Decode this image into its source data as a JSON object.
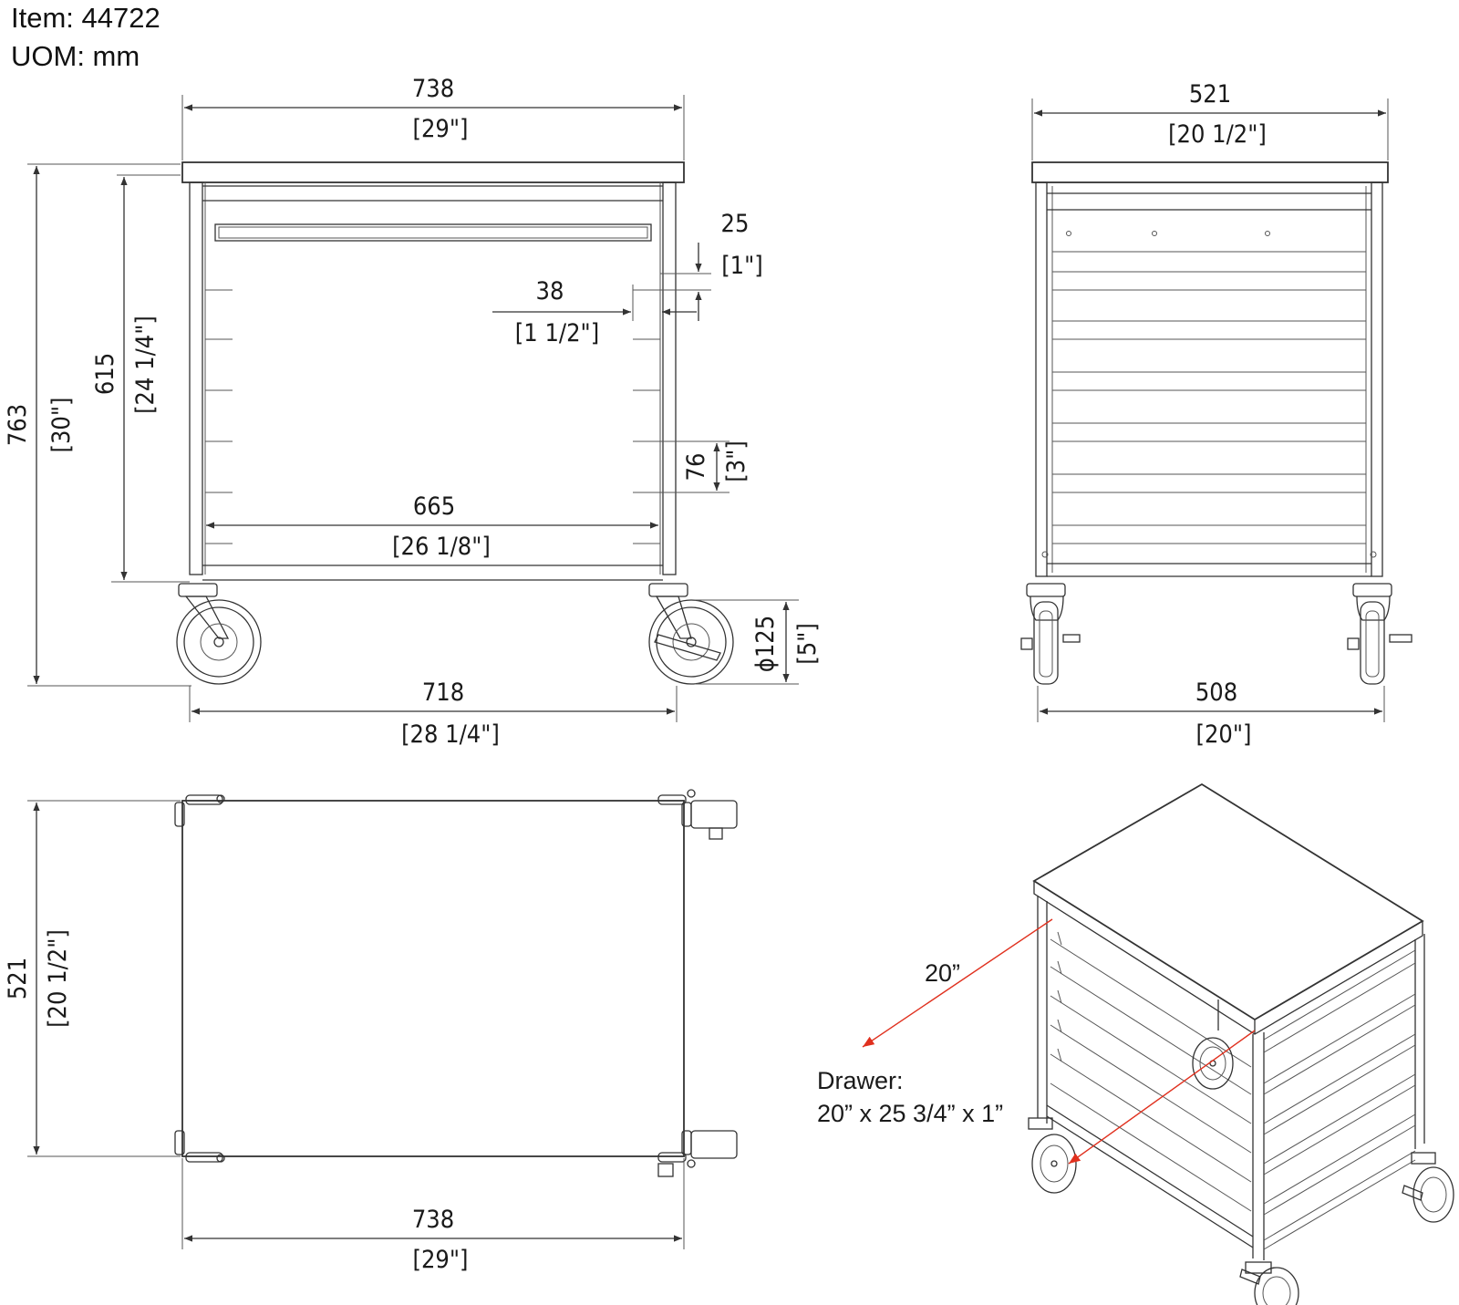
{
  "header": {
    "item": "Item: 44722",
    "uom": "UOM: mm"
  },
  "front_view": {
    "overall_width_mm": "738",
    "overall_width_in": "[29\"]",
    "overall_height_mm": "763",
    "overall_height_in": "[30\"]",
    "frame_height_mm": "615",
    "frame_height_in": "[24 1/4\"]",
    "inner_width_mm": "665",
    "inner_width_in": "[26 1/8\"]",
    "wheelbase_mm": "718",
    "wheelbase_in": "[28 1/4\"]",
    "runner_thk_mm": "25",
    "runner_thk_in": "[1\"]",
    "runner_depth_mm": "38",
    "runner_depth_in": "[1 1/2\"]",
    "runner_pitch_mm": "76",
    "runner_pitch_in": "[3\"]",
    "wheel_dia_mm": "ϕ125",
    "wheel_dia_in": "[5\"]"
  },
  "side_view": {
    "top_depth_mm": "521",
    "top_depth_in": "[20 1/2\"]",
    "base_depth_mm": "508",
    "base_depth_in": "[20\"]"
  },
  "top_view": {
    "depth_mm": "521",
    "depth_in": "[20 1/2\"]",
    "width_mm": "738",
    "width_in": "[29\"]"
  },
  "iso_view": {
    "arrow_label": "20”",
    "drawer_title": "Drawer:",
    "drawer_size": "20” x 25 3/4” x 1”"
  }
}
